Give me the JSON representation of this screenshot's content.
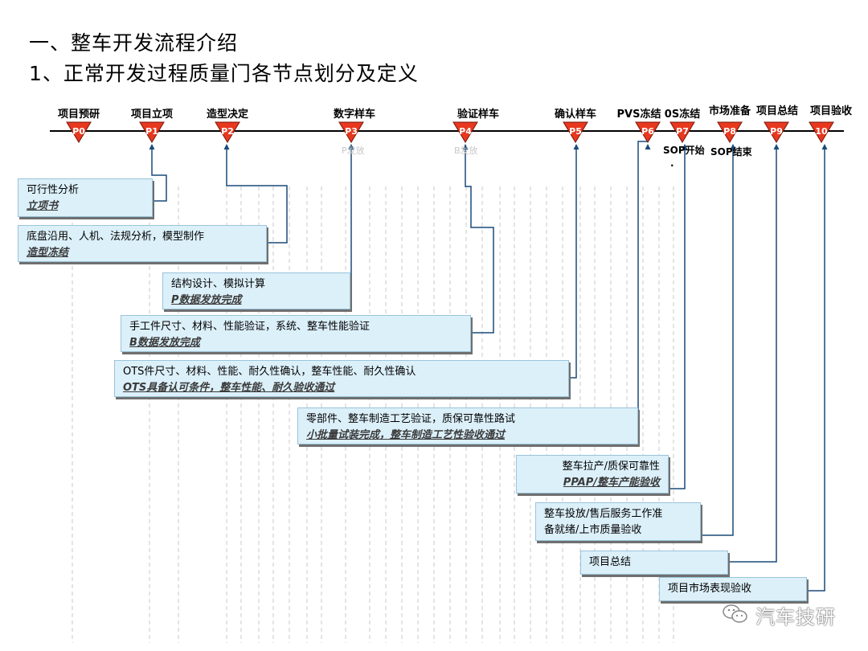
{
  "header": {
    "title1": "一、整车开发流程介绍",
    "title2": "1、正常开发过程质量门各节点划分及定义"
  },
  "gates": [
    {
      "code": "P0",
      "label": "项目预研"
    },
    {
      "code": "P1",
      "label": "项目立项"
    },
    {
      "code": "P2",
      "label": "造型决定"
    },
    {
      "code": "P3",
      "label": "数字样车"
    },
    {
      "code": "P4",
      "label": "验证样车"
    },
    {
      "code": "P5",
      "label": "确认样车"
    },
    {
      "code": "P6",
      "label": "PVS冻结"
    },
    {
      "code": "P7",
      "label": "0S冻结"
    },
    {
      "code": "P8",
      "label": "市场准备"
    },
    {
      "code": "P9",
      "label": "项目总结"
    },
    {
      "code": "10",
      "label": "项目验收"
    }
  ],
  "notes": {
    "sop_start": "SOP开始",
    "sop_end": "SOP结束",
    "dot": ".",
    "p_release": "P发放",
    "b_release": "B发放"
  },
  "boxes": [
    {
      "lines": [
        "可行性分析"
      ],
      "deliverable": "立项书"
    },
    {
      "lines": [
        "底盘沿用、人机、法规分析，模型制作"
      ],
      "deliverable": "造型冻结"
    },
    {
      "lines": [
        "结构设计、模拟计算"
      ],
      "deliverable": "P数据发放完成"
    },
    {
      "lines": [
        "手工件尺寸、材料、性能验证，系统、整车性能验证"
      ],
      "deliverable": "B数据发放完成"
    },
    {
      "lines": [
        "OTS件尺寸、材料、性能、耐久性确认，整车性能、耐久性确认"
      ],
      "deliverable": "OTS具备认可条件，整车性能、耐久验收通过"
    },
    {
      "lines": [
        "零部件、整车制造工艺验证，质保可靠性路试"
      ],
      "deliverable": "小批量试装完成，整车制造工艺性验收通过"
    },
    {
      "lines": [
        "整车拉产/质保可靠性"
      ],
      "deliverable": "PPAP/整车产能验收"
    },
    {
      "lines": [
        "整车投放/售后服务工作准",
        "备就绪/上市质量验收"
      ],
      "deliverable": ""
    },
    {
      "lines": [
        "项目总结"
      ],
      "deliverable": ""
    },
    {
      "lines": [
        "项目市场表现验收"
      ],
      "deliverable": ""
    }
  ],
  "watermark": "汽车技研",
  "colors": {
    "gate_fill": "#e8381e",
    "gate_stroke": "#7a1408",
    "box_fill": "#dcf0fa",
    "box_border": "#9ac3da",
    "connector": "#1a4a7a"
  }
}
